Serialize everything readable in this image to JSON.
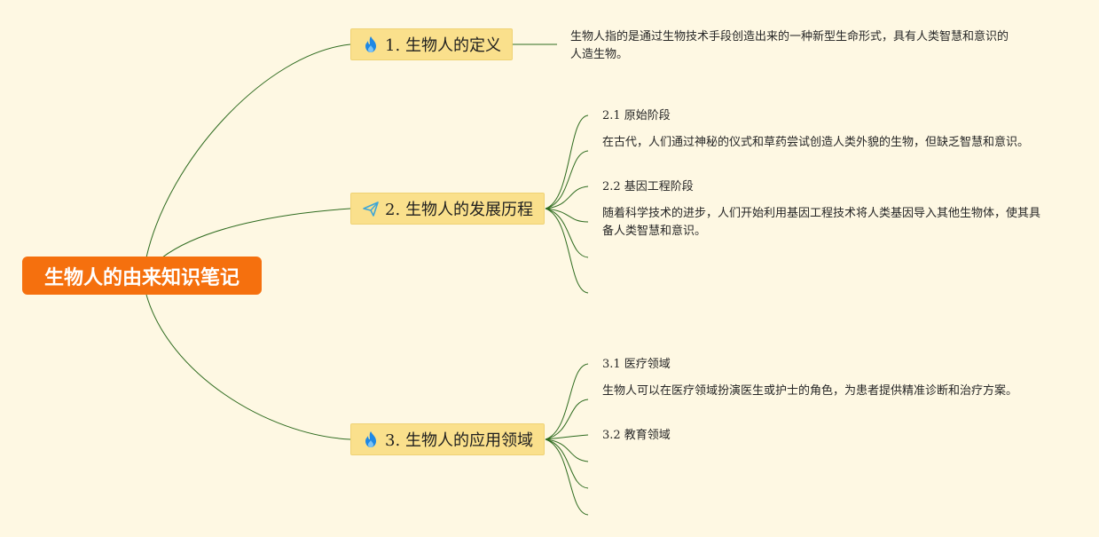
{
  "root": {
    "title": "生物人的由来知识笔记"
  },
  "branches": [
    {
      "label": "1. 生物人的定义",
      "icon": "fire-icon",
      "leaves": [
        {
          "text": "生物人指的是通过生物技术手段创造出来的一种新型生命形式，具有人类智慧和意识的人造生物。"
        }
      ]
    },
    {
      "label": "2. 生物人的发展历程",
      "icon": "paper-plane-icon",
      "leaves": [
        {
          "text": "2.1 原始阶段"
        },
        {
          "text": "在古代，人们通过神秘的仪式和草药尝试创造人类外貌的生物，但缺乏智慧和意识。"
        },
        {
          "text": "2.2 基因工程阶段"
        },
        {
          "text": "随着科学技术的进步，人们开始利用基因工程技术将人类基因导入其他生物体，使其具备人类智慧和意识。"
        }
      ]
    },
    {
      "label": "3. 生物人的应用领域",
      "icon": "fire-icon",
      "leaves": [
        {
          "text": "3.1 医疗领域"
        },
        {
          "text": "生物人可以在医疗领域扮演医生或护士的角色，为患者提供精准诊断和治疗方案。"
        },
        {
          "text": "3.2 教育领域"
        }
      ]
    }
  ],
  "colors": {
    "background": "#fef8e3",
    "root": "#f5700e",
    "branch": "#fae08c",
    "connector": "#2e6b1f",
    "fire": "#1e88e5",
    "plane": "#3fa6d6"
  }
}
